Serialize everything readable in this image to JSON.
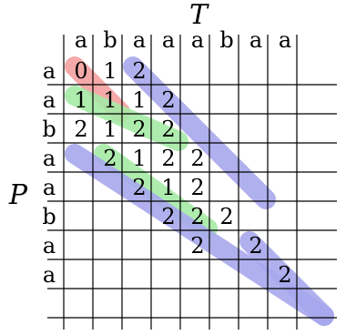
{
  "labels": {
    "T": "T",
    "P": "P"
  },
  "text_string": [
    "a",
    "b",
    "a",
    "a",
    "a",
    "b",
    "a",
    "a"
  ],
  "pattern_string": [
    "a",
    "a",
    "b",
    "a",
    "a",
    "b",
    "a",
    "a"
  ],
  "cells": [
    [
      "0",
      "1",
      "2",
      "",
      "",
      "",
      "",
      ""
    ],
    [
      "1",
      "1",
      "1",
      "2",
      "",
      "",
      "",
      ""
    ],
    [
      "2",
      "1",
      "2",
      "2",
      "",
      "",
      "",
      ""
    ],
    [
      "",
      "2",
      "1",
      "2",
      "2",
      "",
      "",
      ""
    ],
    [
      "",
      "",
      "2",
      "1",
      "2",
      "",
      "",
      ""
    ],
    [
      "",
      "",
      "",
      "2",
      "2",
      "2",
      "",
      ""
    ],
    [
      "",
      "",
      "",
      "",
      "2",
      "",
      "2",
      ""
    ],
    [
      "",
      "",
      "",
      "",
      "",
      "",
      "",
      "2"
    ]
  ],
  "colors": {
    "red_band": "#f4a0a0",
    "green_band": "#a6eaa6",
    "blue_band": "#a8a8ee",
    "grid": "#000000"
  }
}
